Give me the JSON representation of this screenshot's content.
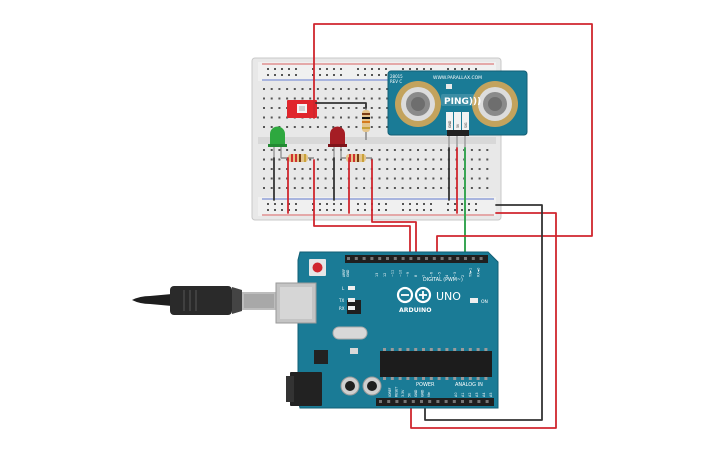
{
  "arduino": {
    "brand": "ARDUINO",
    "model": "UNO",
    "digital_header": "DIGITAL (PWM~)",
    "power_header": "POWER",
    "analog_header": "ANALOG IN",
    "on_label": "ON",
    "led_l": "L",
    "led_tx": "TX",
    "led_rx": "RX",
    "aref": "AREF",
    "gnd": "GND",
    "pins_top": [
      "13",
      "12",
      "~11",
      "~10",
      "~9",
      "8",
      "7",
      "~6",
      "~5",
      "4",
      "~3",
      "2",
      "TX►1",
      "RX◄0"
    ],
    "power_pins": [
      "IOREF",
      "RESET",
      "3.3V",
      "5V",
      "GND",
      "GND",
      "Vin"
    ],
    "analog_pins": [
      "A0",
      "A1",
      "A2",
      "A3",
      "A4",
      "A5"
    ]
  },
  "sensor": {
    "model": "28015",
    "rev": "REV C",
    "url": "WWW.PARALLAX.COM",
    "name": "PING)))",
    "pins": [
      "GND",
      "5V",
      "SIG"
    ]
  },
  "colors": {
    "wire_red": "#d0262e",
    "wire_black": "#333333",
    "wire_green": "#3aa655",
    "board_teal": "#1a7b96",
    "breadboard": "#e6e6e6",
    "led_green": "#2ea83f",
    "led_red": "#a51d24",
    "switch_red": "#e0262c"
  }
}
